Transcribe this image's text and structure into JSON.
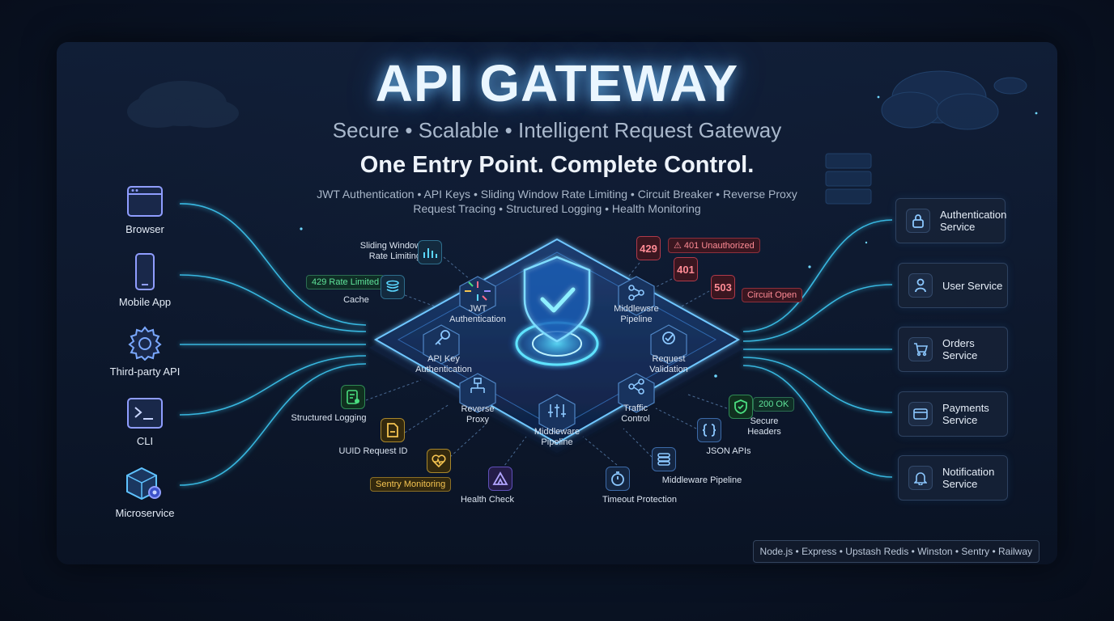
{
  "header": {
    "title": "API GATEWAY",
    "subtitle": "Secure • Scalable • Intelligent Request Gateway",
    "tagline": "One Entry Point. Complete Control.",
    "features_line1": "JWT Authentication • API Keys • Sliding Window Rate Limiting • Circuit Breaker • Reverse Proxy",
    "features_line2": "Request Tracing • Structured Logging • Health Monitoring"
  },
  "clients": [
    {
      "label": "Browser",
      "icon": "browser-window-icon"
    },
    {
      "label": "Mobile App",
      "icon": "mobile-phone-icon"
    },
    {
      "label": "Third-party API",
      "icon": "gear-icon"
    },
    {
      "label": "CLI",
      "icon": "terminal-icon"
    },
    {
      "label": "Microservice",
      "icon": "cube-gear-icon"
    }
  ],
  "gateway_modules": {
    "jwt": "JWT\nAuthentication",
    "middleware_top": "Middlewsre\nPipeline",
    "api_key": "API Key\nAuthentication",
    "request_validation": "Request\nValidation",
    "reverse_proxy": "Reverse\nProxy",
    "traffic_control": "Traffic\nControl",
    "middleware_bottom": "Middleware\nPipeline"
  },
  "features": {
    "sliding_window": "Sliding Window\nRate Limiting",
    "rate_limited_badge": "429 Rate Limited",
    "cache": "Cache",
    "structured_logging": "Structured Logging",
    "uuid_request_id": "UUID Request ID",
    "sentry_monitoring": "Sentry Monitoring",
    "health_check": "Health Check",
    "timeout_protection": "Timeout Protection",
    "middleware_pipeline": "Middleware Pipeline",
    "json_apis": "JSON APIs",
    "secure_headers": "Secure\nHeaders",
    "ok_badge": "200 OK"
  },
  "status_codes": {
    "code_429": "429",
    "code_401": "401",
    "code_503": "503",
    "unauthorized_badge": "401 Unauthorized",
    "circuit_open_badge": "Circuit Open"
  },
  "services": [
    {
      "label": "Authentication\nService",
      "icon": "lock-icon"
    },
    {
      "label": "User Service",
      "icon": "user-icon"
    },
    {
      "label": "Orders\nService",
      "icon": "cart-icon"
    },
    {
      "label": "Payments\nService",
      "icon": "credit-card-icon"
    },
    {
      "label": "Notification\nService",
      "icon": "bell-icon"
    }
  ],
  "tech_stack": "Node.js • Express • Upstash Redis • Winston • Sentry • Railway",
  "colors": {
    "accent_cyan": "#3fd3ff",
    "error_red": "#ff6b78",
    "success_green": "#4ade80",
    "warning_yellow": "#f5c451",
    "violet": "#9b8cff"
  }
}
